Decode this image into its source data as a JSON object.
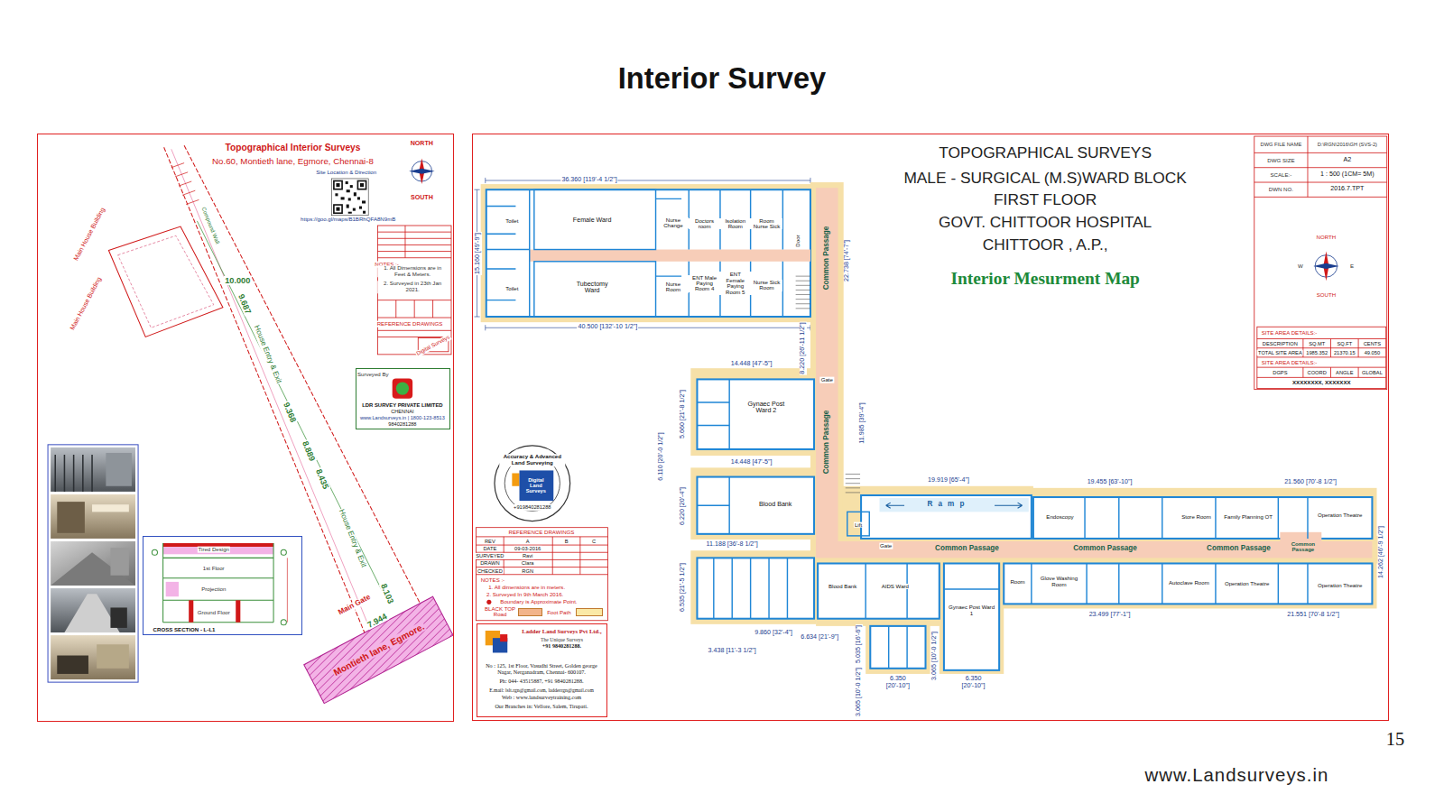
{
  "diagram": {
    "title": "Interior Survey",
    "nodes": [
      {
        "text": [
          "Topographical Interior Surveys",
          "No.60, Montieth lane, Egmore, Chennai-8"
        ]
      },
      {
        "text": [
          "TOPOGRAPHICAL SURVEYS",
          "MALE - SURGICAL (M.S)WARD BLOCK",
          "FIRST FLOOR",
          "GOVT. CHITTOOR HOSPITAL",
          "CHITTOOR , A.P.,",
          "Interior Mesurment Map"
        ]
      },
      {
        "text": [
          "Toilet"
        ],
        "in": 1
      },
      {
        "text": [
          "Female Ward"
        ],
        "in": 1
      },
      {
        "text": [
          "Nurse Change"
        ],
        "in": 1
      },
      {
        "text": [
          "Doctors room"
        ],
        "in": 1
      },
      {
        "text": [
          "Isolation Room"
        ],
        "in": 1
      },
      {
        "text": [
          "Room Nurse Sick"
        ],
        "in": 1
      },
      {
        "text": [
          "Toilet"
        ],
        "in": 1
      },
      {
        "text": [
          "Tubectomy Ward"
        ],
        "in": 1
      },
      {
        "text": [
          "Nurse Room"
        ],
        "in": 1
      },
      {
        "text": [
          "ENT Male Paying Room 4"
        ],
        "in": 1
      },
      {
        "text": [
          "ENT Female Paying Room 5"
        ],
        "in": 1
      },
      {
        "text": [
          "Nurse Sick Room"
        ],
        "in": 1
      },
      {
        "text": [
          "Gynaec Post Ward 2"
        ],
        "in": 1
      },
      {
        "text": [
          "Blood Bank"
        ],
        "in": 1
      },
      {
        "text": [
          "Blood Bank"
        ],
        "in": 1
      },
      {
        "text": [
          "AIDS Ward"
        ],
        "in": 1
      },
      {
        "text": [
          "Gynaec Post Ward 1"
        ],
        "in": 1
      },
      {
        "text": [
          "Endoscopy"
        ],
        "in": 1
      },
      {
        "text": [
          "Store Room"
        ],
        "in": 1
      },
      {
        "text": [
          "Family Planning OT"
        ],
        "in": 1
      },
      {
        "text": [
          "Operation Theatre"
        ],
        "in": 1
      },
      {
        "text": [
          "Room"
        ],
        "in": 1
      },
      {
        "text": [
          "Glove Washing Room"
        ],
        "in": 1
      },
      {
        "text": [
          "Autoclave Room"
        ],
        "in": 1
      },
      {
        "text": [
          "Operation Theatre"
        ],
        "in": 1
      },
      {
        "text": [
          "Operation Theatre"
        ],
        "in": 1
      },
      {
        "text": [
          "Common Passage"
        ],
        "in": 1
      },
      {
        "text": [
          "Common Passage"
        ],
        "in": 1
      },
      {
        "text": [
          "Common Passage"
        ],
        "in": 1
      },
      {
        "text": [
          "Common Passage"
        ],
        "in": 1
      },
      {
        "text": [
          "Common Passage"
        ],
        "in": 1
      },
      {
        "text": [
          "Common Passage"
        ],
        "in": 1
      },
      {
        "text": [
          "Ramp"
        ],
        "in": 1
      },
      {
        "text": [
          "Surveyed By",
          "LDR SURVEY PRIVATE LIMITED",
          "CHENNAI",
          "www.Landsurveys.in | 1800-123-8513",
          "9840281288"
        ],
        "in": 0
      },
      {
        "text": [
          "CROSS SECTION - L-L1"
        ],
        "in": 0
      },
      {
        "text": [
          "Ladder Land Surveys Pvt Ltd.,",
          "The Unique Surveys",
          "+91 9840281288.",
          "No : 125, 1st Floor, Vasudhi Street, Golden george Nagar, Nerganadram, Chennai- 600107.",
          "Ph: 044- 43515887, +91 9840281288.",
          "E.mail: lslt.rgn@gmail.com, ladderrgn@gmail.com",
          "Web : www.landsurveytraining.com",
          "Our Branches in: Vellore, Salem, Tirupati."
        ],
        "in": 1
      }
    ],
    "labels": [
      "15",
      "www.Landsurveys.in",
      "Site Location & Direction",
      "https://goo.gl/maps/B1BRhQFA8N9mB",
      "NORTH",
      "SOUTH",
      "Main House Building",
      "Main House Building",
      "10.000",
      "9.687",
      "9.368",
      "8.889",
      "8.435",
      "8.103",
      "7.944",
      "House Entry & Exit",
      "House Entry & Exit",
      "Main Gate",
      "Montieth lane, Egmore.",
      "Compound Wall",
      "NOTES :-",
      "1. All Dimensions are in Feet & Meters.",
      "2. Surveyed in 23th Jan 2021.",
      "REFERENCE DRAWINGS",
      "Digital Surveys",
      "Tired Design",
      "1st Floor",
      "Projection",
      "Ground Floor",
      "36.360 [119'-4 1/2\"]",
      "15.160 [49'-9\"]",
      "40.500 [132'-10 1/2\"]",
      "22.738 [74'-7\"]",
      "8.220 [26'-11 1/2\"]",
      "14.448 [47'-5\"]",
      "5.660 [21'-8 1/2\"]",
      "6.110 [20'-0 1/2\"]",
      "11.985 [39'-4\"]",
      "14.448 [47'-5\"]",
      "6.220 [20'-4\"]",
      "11.188 [36'-8 1/2\"]",
      "6.535 [21'-5 1/2\"]",
      "9.860 [32'-4\"]",
      "3.438 [11'-3 1/2\"]",
      "6.634 [21'-9\"]",
      "5.035 [16'-6\"]",
      "3.065 [10'-0 1/2\"]",
      "6.350 [20'-10\"]",
      "3.065 [10'-0 1/2\"]",
      "6.350 [20'-10\"]",
      "19.919 [65'-4\"]",
      "19.455 [63'-10\"]",
      "21.560 [70'-8 1/2\"]",
      "23.499 [77'-1\"]",
      "21.551 [70'-8 1/2\"]",
      "14.262 [46'-9 1/2\"]",
      "Lift",
      "Gate",
      "Gate",
      "Door",
      "DWG FILE NAME",
      "D:\\RGN\\2016\\GH (SVS-2)",
      "DWG SIZE",
      "A2",
      "SCALE:-",
      "1 : 500 (1CM= 5M)",
      "DWN NO.",
      "2016.7.TPT",
      "NORTH",
      "SOUTH",
      "W",
      "E",
      "SITE AREA DETAILS:-",
      "DESCRIPTION",
      "SQ.MT",
      "SQ.FT",
      "CENTS",
      "TOTAL SITE AREA",
      "1985.352",
      "21370.15",
      "49.050",
      "SITE AREA DETAILS:-",
      "DGPS",
      "COORD",
      "ANGLE",
      "GLOBAL",
      "XXXXXXXX, XXXXXXX",
      "REFERENCE DRAWINGS",
      "REV",
      "A",
      "B",
      "C",
      "DATE",
      "09-03-2016",
      "SURVEYED",
      "Ravi",
      "DRAWN",
      "Clara",
      "CHECKED",
      "RGN",
      "NOTES :-",
      "1. All dimensions are in meters.",
      "2. Surveyed In 9th March 2016.",
      "Boundary is Approximate Point.",
      "Accuracy & Advanced Land Surveying",
      "Digital Land Surveys",
      "+919840281288"
    ],
    "legend": [
      {
        "text": "BLACK TOP Road",
        "color": "#f2b48a"
      },
      {
        "text": "Foot Path",
        "color": "#fbe9a6"
      }
    ]
  }
}
